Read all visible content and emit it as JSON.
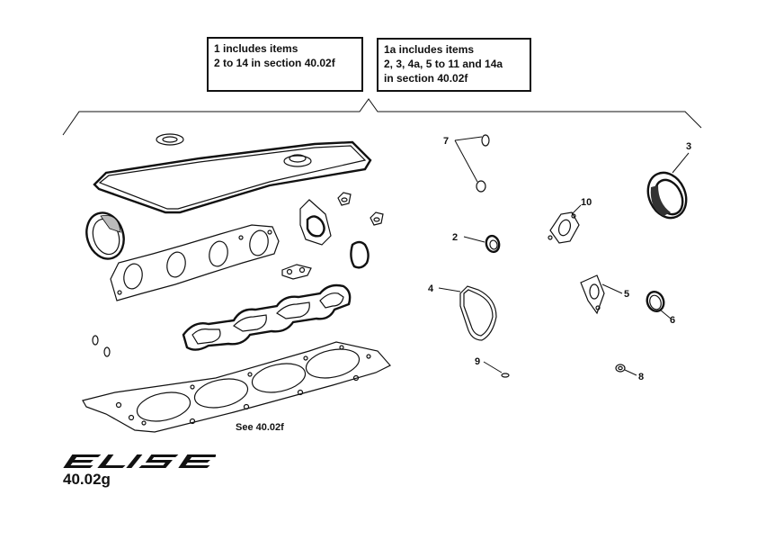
{
  "notes": {
    "box1": {
      "line1": "1  includes items",
      "line2": "2 to 14 in section 40.02f"
    },
    "box1a": {
      "line1": "1a includes items",
      "line2": "2, 3, 4a, 5 to 11 and 14a",
      "line3": "in section 40.02f"
    }
  },
  "callouts": {
    "c2": "2",
    "c3": "3",
    "c4": "4",
    "c5": "5",
    "c6": "6",
    "c7": "7",
    "c8": "8",
    "c9": "9",
    "c10": "10"
  },
  "see_reference": "See 40.02f",
  "brand": "ELISE",
  "page_number": "40.02g"
}
